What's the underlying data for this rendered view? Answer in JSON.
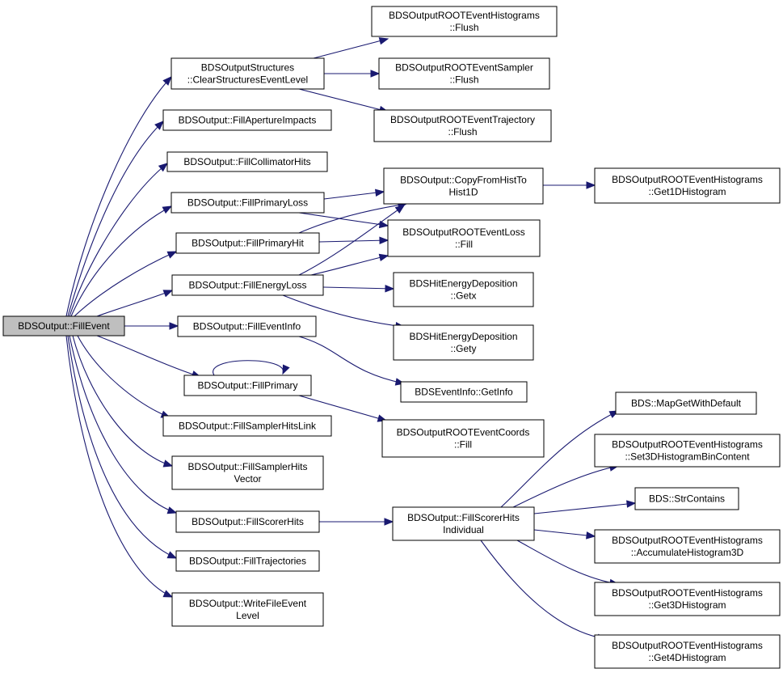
{
  "graph": {
    "nodes": [
      {
        "id": "fill_event",
        "lines": [
          "BDSOutput::FillEvent"
        ],
        "root": true
      },
      {
        "id": "clear_structures",
        "lines": [
          "BDSOutputStructures",
          "::ClearStructuresEventLevel"
        ]
      },
      {
        "id": "hist_flush",
        "lines": [
          "BDSOutputROOTEventHistograms",
          "::Flush"
        ]
      },
      {
        "id": "sampler_flush",
        "lines": [
          "BDSOutputROOTEventSampler",
          "::Flush"
        ]
      },
      {
        "id": "traj_flush",
        "lines": [
          "BDSOutputROOTEventTrajectory",
          "::Flush"
        ]
      },
      {
        "id": "fill_aperture",
        "lines": [
          "BDSOutput::FillApertureImpacts"
        ]
      },
      {
        "id": "fill_collimator",
        "lines": [
          "BDSOutput::FillCollimatorHits"
        ]
      },
      {
        "id": "fill_primary_loss",
        "lines": [
          "BDSOutput::FillPrimaryLoss"
        ]
      },
      {
        "id": "copy_hist",
        "lines": [
          "BDSOutput::CopyFromHistTo",
          "Hist1D"
        ]
      },
      {
        "id": "get1d",
        "lines": [
          "BDSOutputROOTEventHistograms",
          "::Get1DHistogram"
        ]
      },
      {
        "id": "fill_primary_hit",
        "lines": [
          "BDSOutput::FillPrimaryHit"
        ]
      },
      {
        "id": "loss_fill",
        "lines": [
          "BDSOutputROOTEventLoss",
          "::Fill"
        ]
      },
      {
        "id": "fill_energy_loss",
        "lines": [
          "BDSOutput::FillEnergyLoss"
        ]
      },
      {
        "id": "getx",
        "lines": [
          "BDSHitEnergyDeposition",
          "::Getx"
        ]
      },
      {
        "id": "gety",
        "lines": [
          "BDSHitEnergyDeposition",
          "::Gety"
        ]
      },
      {
        "id": "fill_event_info",
        "lines": [
          "BDSOutput::FillEventInfo"
        ]
      },
      {
        "id": "get_info",
        "lines": [
          "BDSEventInfo::GetInfo"
        ]
      },
      {
        "id": "fill_primary",
        "lines": [
          "BDSOutput::FillPrimary"
        ]
      },
      {
        "id": "coords_fill",
        "lines": [
          "BDSOutputROOTEventCoords",
          "::Fill"
        ]
      },
      {
        "id": "fill_sampler_link",
        "lines": [
          "BDSOutput::FillSamplerHitsLink"
        ]
      },
      {
        "id": "fill_sampler_vector",
        "lines": [
          "BDSOutput::FillSamplerHits",
          "Vector"
        ]
      },
      {
        "id": "fill_scorer_hits",
        "lines": [
          "BDSOutput::FillScorerHits"
        ]
      },
      {
        "id": "fill_scorer_individual",
        "lines": [
          "BDSOutput::FillScorerHits",
          "Individual"
        ]
      },
      {
        "id": "map_get_default",
        "lines": [
          "BDS::MapGetWithDefault"
        ]
      },
      {
        "id": "set3d_bin",
        "lines": [
          "BDSOutputROOTEventHistograms",
          "::Set3DHistogramBinContent"
        ]
      },
      {
        "id": "str_contains",
        "lines": [
          "BDS::StrContains"
        ]
      },
      {
        "id": "accumulate3d",
        "lines": [
          "BDSOutputROOTEventHistograms",
          "::AccumulateHistogram3D"
        ]
      },
      {
        "id": "get3d",
        "lines": [
          "BDSOutputROOTEventHistograms",
          "::Get3DHistogram"
        ]
      },
      {
        "id": "get4d",
        "lines": [
          "BDSOutputROOTEventHistograms",
          "::Get4DHistogram"
        ]
      },
      {
        "id": "fill_trajectories",
        "lines": [
          "BDSOutput::FillTrajectories"
        ]
      },
      {
        "id": "write_file_event",
        "lines": [
          "BDSOutput::WriteFileEvent",
          "Level"
        ]
      }
    ],
    "edges": [
      {
        "from": "fill_event",
        "to": "clear_structures"
      },
      {
        "from": "fill_event",
        "to": "fill_aperture"
      },
      {
        "from": "fill_event",
        "to": "fill_collimator"
      },
      {
        "from": "fill_event",
        "to": "fill_primary_loss"
      },
      {
        "from": "fill_event",
        "to": "fill_primary_hit"
      },
      {
        "from": "fill_event",
        "to": "fill_energy_loss"
      },
      {
        "from": "fill_event",
        "to": "fill_event_info"
      },
      {
        "from": "fill_event",
        "to": "fill_primary"
      },
      {
        "from": "fill_event",
        "to": "fill_sampler_link"
      },
      {
        "from": "fill_event",
        "to": "fill_sampler_vector"
      },
      {
        "from": "fill_event",
        "to": "fill_scorer_hits"
      },
      {
        "from": "fill_event",
        "to": "fill_trajectories"
      },
      {
        "from": "fill_event",
        "to": "write_file_event"
      },
      {
        "from": "clear_structures",
        "to": "hist_flush"
      },
      {
        "from": "clear_structures",
        "to": "sampler_flush"
      },
      {
        "from": "clear_structures",
        "to": "traj_flush"
      },
      {
        "from": "fill_primary_loss",
        "to": "copy_hist"
      },
      {
        "from": "fill_primary_loss",
        "to": "loss_fill"
      },
      {
        "from": "fill_primary_hit",
        "to": "copy_hist"
      },
      {
        "from": "fill_primary_hit",
        "to": "loss_fill"
      },
      {
        "from": "fill_energy_loss",
        "to": "copy_hist"
      },
      {
        "from": "fill_energy_loss",
        "to": "loss_fill"
      },
      {
        "from": "fill_energy_loss",
        "to": "getx"
      },
      {
        "from": "fill_energy_loss",
        "to": "gety"
      },
      {
        "from": "copy_hist",
        "to": "get1d"
      },
      {
        "from": "fill_event_info",
        "to": "get_info"
      },
      {
        "from": "fill_primary",
        "to": "fill_primary"
      },
      {
        "from": "fill_primary",
        "to": "coords_fill"
      },
      {
        "from": "fill_scorer_hits",
        "to": "fill_scorer_individual"
      },
      {
        "from": "fill_scorer_individual",
        "to": "map_get_default"
      },
      {
        "from": "fill_scorer_individual",
        "to": "set3d_bin"
      },
      {
        "from": "fill_scorer_individual",
        "to": "str_contains"
      },
      {
        "from": "fill_scorer_individual",
        "to": "accumulate3d"
      },
      {
        "from": "fill_scorer_individual",
        "to": "get3d"
      },
      {
        "from": "fill_scorer_individual",
        "to": "get4d"
      }
    ],
    "colors": {
      "edge": "#191970",
      "node_border": "#000000",
      "node_fill": "#ffffff",
      "root_fill": "#bfbfbf",
      "text": "#000000"
    }
  }
}
